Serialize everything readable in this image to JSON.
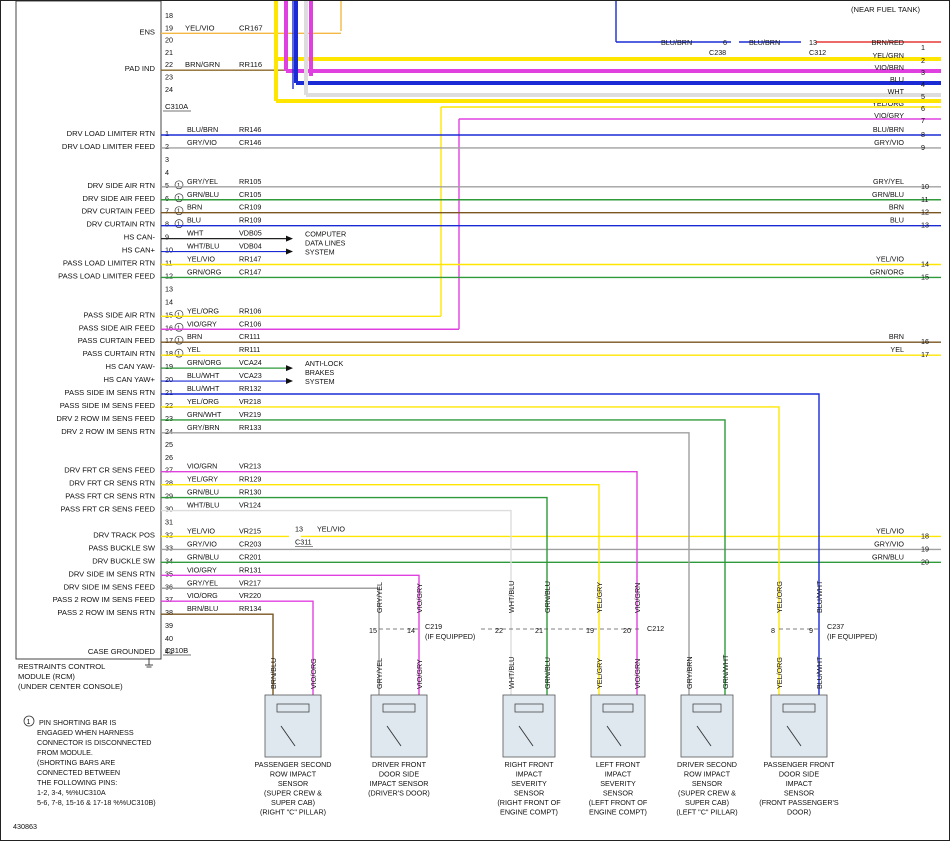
{
  "top_note": "(NEAR FUEL TANK)",
  "module": {
    "connector_a": "C310A",
    "connector_b": "C310B",
    "name_lines": [
      "RESTRAINTS CONTROL",
      "MODULE (RCM)",
      "(UNDER CENTER CONSOLE)"
    ]
  },
  "upper_pins": [
    {
      "pin": "18",
      "label": "",
      "code": "",
      "color": "",
      "tint": ""
    },
    {
      "pin": "19",
      "label": "ENS",
      "code": "CR167",
      "color": "YEL/VIO",
      "tint": "#f5b943"
    },
    {
      "pin": "20",
      "label": "",
      "code": "",
      "color": "",
      "tint": ""
    },
    {
      "pin": "21",
      "label": "",
      "code": "",
      "color": "",
      "tint": ""
    },
    {
      "pin": "22",
      "label": "PAD IND",
      "code": "RR116",
      "color": "BRN/GRN",
      "tint": "#8a6a2a"
    },
    {
      "pin": "23",
      "label": "",
      "code": "",
      "color": "",
      "tint": ""
    },
    {
      "pin": "24",
      "label": "",
      "code": "",
      "color": "",
      "tint": ""
    }
  ],
  "top_connector": {
    "splice_left": {
      "name": "C238",
      "pin": "6",
      "color": "BLU/BRN"
    },
    "splice_right": {
      "name": "C312",
      "pin": "13",
      "color": "BLU/BRN"
    },
    "bundle": [
      {
        "n": "1",
        "color": "BRN/RED"
      },
      {
        "n": "2",
        "color": "YEL/GRN"
      },
      {
        "n": "3",
        "color": "VIO/BRN"
      },
      {
        "n": "4",
        "color": "BLU"
      },
      {
        "n": "5",
        "color": "WHT"
      },
      {
        "n": "6",
        "color": "YEL/ORG"
      },
      {
        "n": "7",
        "color": "VIO/GRY"
      }
    ]
  },
  "pins": [
    {
      "pin": "1",
      "label": "DRV LOAD LIMITER RTN",
      "code": "RR146",
      "color": "BLU/BRN",
      "short": false,
      "out": "8"
    },
    {
      "pin": "2",
      "label": "DRV LOAD LIMITER FEED",
      "code": "CR146",
      "color": "GRY/VIO",
      "short": false,
      "out": "9"
    },
    {
      "pin": "3",
      "label": "",
      "code": "",
      "color": "",
      "short": false,
      "out": ""
    },
    {
      "pin": "4",
      "label": "",
      "code": "",
      "color": "",
      "short": false,
      "out": ""
    },
    {
      "pin": "5",
      "label": "DRV SIDE AIR RTN",
      "code": "RR105",
      "color": "GRY/YEL",
      "short": true,
      "out": "10"
    },
    {
      "pin": "6",
      "label": "DRV SIDE AIR FEED",
      "code": "CR105",
      "color": "GRN/BLU",
      "short": true,
      "out": "11"
    },
    {
      "pin": "7",
      "label": "DRV CURTAIN FEED",
      "code": "CR109",
      "color": "BRN",
      "short": true,
      "out": "12"
    },
    {
      "pin": "8",
      "label": "DRV CURTAIN RTN",
      "code": "RR109",
      "color": "BLU",
      "short": true,
      "out": "13"
    },
    {
      "pin": "9",
      "label": "HS CAN-",
      "code": "VDB05",
      "color": "WHT",
      "short": false,
      "out": ""
    },
    {
      "pin": "10",
      "label": "HS CAN+",
      "code": "VDB04",
      "color": "WHT/BLU",
      "short": false,
      "out": ""
    },
    {
      "pin": "11",
      "label": "PASS LOAD LIMITER RTN",
      "code": "RR147",
      "color": "YEL/VIO",
      "short": false,
      "out": "14"
    },
    {
      "pin": "12",
      "label": "PASS LOAD LIMITER FEED",
      "code": "CR147",
      "color": "GRN/ORG",
      "short": false,
      "out": "15"
    },
    {
      "pin": "13",
      "label": "",
      "code": "",
      "color": "",
      "short": false,
      "out": ""
    },
    {
      "pin": "14",
      "label": "",
      "code": "",
      "color": "",
      "short": false,
      "out": ""
    },
    {
      "pin": "15",
      "label": "PASS SIDE AIR RTN",
      "code": "RR106",
      "color": "YEL/ORG",
      "short": true,
      "out": ""
    },
    {
      "pin": "16",
      "label": "PASS SIDE AIR FEED",
      "code": "CR106",
      "color": "VIO/GRY",
      "short": true,
      "out": ""
    },
    {
      "pin": "17",
      "label": "PASS CURTAIN FEED",
      "code": "CR111",
      "color": "BRN",
      "short": true,
      "out": "16"
    },
    {
      "pin": "18",
      "label": "PASS CURTAIN RTN",
      "code": "RR111",
      "color": "YEL",
      "short": true,
      "out": "17"
    },
    {
      "pin": "19",
      "label": "HS CAN YAW-",
      "code": "VCA24",
      "color": "GRN/ORG",
      "short": false,
      "out": ""
    },
    {
      "pin": "20",
      "label": "HS CAN YAW+",
      "code": "VCA23",
      "color": "BLU/WHT",
      "short": false,
      "out": ""
    },
    {
      "pin": "21",
      "label": "PASS SIDE IM SENS RTN",
      "code": "RR132",
      "color": "BLU/WHT",
      "short": false,
      "out": ""
    },
    {
      "pin": "22",
      "label": "PASS SIDE IM SENS FEED",
      "code": "VR218",
      "color": "YEL/ORG",
      "short": false,
      "out": ""
    },
    {
      "pin": "23",
      "label": "DRV 2 ROW IM SENS FEED",
      "code": "VR219",
      "color": "GRN/WHT",
      "short": false,
      "out": ""
    },
    {
      "pin": "24",
      "label": "DRV 2 ROW IM SENS RTN",
      "code": "RR133",
      "color": "GRY/BRN",
      "short": false,
      "out": ""
    },
    {
      "pin": "25",
      "label": "",
      "code": "",
      "color": "",
      "short": false,
      "out": ""
    },
    {
      "pin": "26",
      "label": "",
      "code": "",
      "color": "",
      "short": false,
      "out": ""
    },
    {
      "pin": "27",
      "label": "DRV FRT CR SENS FEED",
      "code": "VR213",
      "color": "VIO/GRN",
      "short": false,
      "out": ""
    },
    {
      "pin": "28",
      "label": "DRV FRT CR SENS RTN",
      "code": "RR129",
      "color": "YEL/GRY",
      "short": false,
      "out": ""
    },
    {
      "pin": "29",
      "label": "PASS FRT CR SENS RTN",
      "code": "RR130",
      "color": "GRN/BLU",
      "short": false,
      "out": ""
    },
    {
      "pin": "30",
      "label": "PASS FRT CR SENS FEED",
      "code": "VR124",
      "color": "WHT/BLU",
      "short": false,
      "out": ""
    },
    {
      "pin": "31",
      "label": "",
      "code": "",
      "color": "",
      "short": false,
      "out": ""
    },
    {
      "pin": "32",
      "label": "DRV TRACK POS",
      "code": "VR215",
      "color": "YEL/VIO",
      "short": false,
      "out": "18"
    },
    {
      "pin": "33",
      "label": "PASS BUCKLE SW",
      "code": "CR203",
      "color": "GRY/VIO",
      "short": false,
      "out": "19"
    },
    {
      "pin": "34",
      "label": "DRV BUCKLE SW",
      "code": "CR201",
      "color": "GRN/BLU",
      "short": false,
      "out": "20"
    },
    {
      "pin": "35",
      "label": "DRV SIDE IM SENS RTN",
      "code": "RR131",
      "color": "VIO/GRY",
      "short": false,
      "out": ""
    },
    {
      "pin": "36",
      "label": "DRV SIDE IM SENS FEED",
      "code": "VR217",
      "color": "GRY/YEL",
      "short": false,
      "out": ""
    },
    {
      "pin": "37",
      "label": "PASS 2 ROW IM SENS FEED",
      "code": "VR220",
      "color": "VIO/ORG",
      "short": false,
      "out": ""
    },
    {
      "pin": "38",
      "label": "PASS 2 ROW IM SENS RTN",
      "code": "RR134",
      "color": "BRN/BLU",
      "short": false,
      "out": ""
    },
    {
      "pin": "39",
      "label": "",
      "code": "",
      "color": "",
      "short": false,
      "out": ""
    },
    {
      "pin": "40",
      "label": "",
      "code": "",
      "color": "",
      "short": false,
      "out": ""
    },
    {
      "pin": "41",
      "label": "CASE GROUNDED",
      "code": "",
      "color": "",
      "short": false,
      "out": ""
    }
  ],
  "c311": {
    "pin": "13",
    "name": "C311",
    "color": "YEL/VIO"
  },
  "arrows": [
    {
      "lines": [
        "COMPUTER",
        "DATA LINES",
        "SYSTEM"
      ]
    },
    {
      "lines": [
        "ANTI-LOCK",
        "BRAKES",
        "SYSTEM"
      ]
    }
  ],
  "mid_connectors": [
    {
      "name": "C219",
      "note": "(IF EQUIPPED)",
      "pins": [
        "15",
        "14"
      ]
    },
    {
      "name": "C212",
      "note": "",
      "pins": [
        "22",
        "21",
        "19",
        "20"
      ]
    },
    {
      "name": "C237",
      "note": "(IF EQUIPPED)",
      "pins": [
        "8",
        "9"
      ]
    }
  ],
  "sensors": [
    {
      "top_colors": [
        "BRN/BLU",
        "VIO/ORG"
      ],
      "mid_colors": [],
      "lines": [
        "PASSENGER SECOND",
        "ROW IMPACT",
        "SENSOR",
        "(SUPER CREW &",
        "SUPER CAB)",
        "(RIGHT \"C\" PILLAR)"
      ]
    },
    {
      "top_colors": [
        "GRY/YEL",
        "VIO/GRY"
      ],
      "mid_colors": [
        "GRY/YEL",
        "VIO/GRY"
      ],
      "lines": [
        "DRIVER FRONT",
        "DOOR SIDE",
        "IMPACT SENSOR",
        "(DRIVER'S DOOR)"
      ]
    },
    {
      "top_colors": [
        "WHT/BLU",
        "GRN/BLU"
      ],
      "mid_colors": [
        "WHT/BLU",
        "GRN/BLU"
      ],
      "lines": [
        "RIGHT FRONT",
        "IMPACT",
        "SEVERITY",
        "SENSOR",
        "(RIGHT FRONT OF",
        "ENGINE COMPT)"
      ]
    },
    {
      "top_colors": [
        "YEL/GRY",
        "VIO/GRN"
      ],
      "mid_colors": [
        "YEL/GRY",
        "VIO/GRN"
      ],
      "lines": [
        "LEFT FRONT",
        "IMPACT",
        "SEVERITY",
        "SENSOR",
        "(LEFT FRONT OF",
        "ENGINE COMPT)"
      ]
    },
    {
      "top_colors": [
        "GRY/BRN",
        "GRN/WHT"
      ],
      "mid_colors": [],
      "lines": [
        "DRIVER SECOND",
        "ROW IMPACT",
        "SENSOR",
        "(SUPER CREW &",
        "SUPER CAB)",
        "(LEFT \"C\" PILLAR)"
      ]
    },
    {
      "top_colors": [
        "YEL/ORG",
        "BLU/WHT"
      ],
      "mid_colors": [
        "YEL/ORG",
        "BLU/WHT"
      ],
      "lines": [
        "PASSENGER FRONT",
        "DOOR SIDE",
        "IMPACT",
        "SENSOR",
        "(FRONT PASSENGER'S",
        "DOOR)"
      ]
    }
  ],
  "footnote": {
    "symbol": "1",
    "lines": [
      "PIN SHORTING BAR IS",
      "ENGAGED WHEN HARNESS",
      "CONNECTOR IS DISCONNECTED",
      "FROM MODULE.",
      "(SHORTING BARS ARE",
      "CONNECTED BETWEEN",
      "THE FOLLOWING PINS:",
      "1-2, 3-4, %%UC310A",
      "5-6, 7-8, 15-16 & 17-18 %%UC310B)"
    ]
  },
  "figure_number": "430863",
  "wire_colors": {
    "YEL": "#ffe600",
    "VIO": "#e040e0",
    "BLU": "#1a2bd6",
    "BRN": "#7a5520",
    "GRY": "#a0a0a0",
    "GRN": "#2e9a3a",
    "WHT": "#dddddd",
    "ORG": "#f5a623",
    "RED": "#e53935"
  }
}
